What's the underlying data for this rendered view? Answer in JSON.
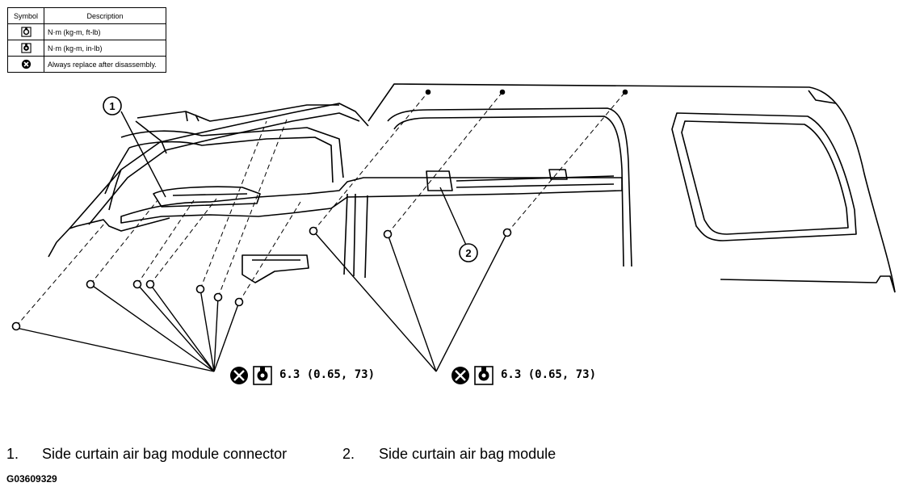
{
  "legend": {
    "header_symbol": "Symbol",
    "header_description": "Description",
    "rows": [
      {
        "icon": "torque-wrench-ft-lb-icon",
        "text": "N·m (kg-m, ft-lb)"
      },
      {
        "icon": "torque-wrench-in-lb-icon",
        "text": "N·m (kg-m, in-lb)"
      },
      {
        "icon": "replace-part-icon",
        "text": "Always replace after disassembly."
      }
    ]
  },
  "callouts": {
    "one": "1",
    "two": "2"
  },
  "torque_left": "6.3 (0.65, 73)",
  "torque_right": "6.3 (0.65, 73)",
  "captions": [
    {
      "num": "1.",
      "text": "Side curtain air bag module connector"
    },
    {
      "num": "2.",
      "text": "Side curtain air bag module"
    }
  ],
  "figure_id": "G03609329"
}
